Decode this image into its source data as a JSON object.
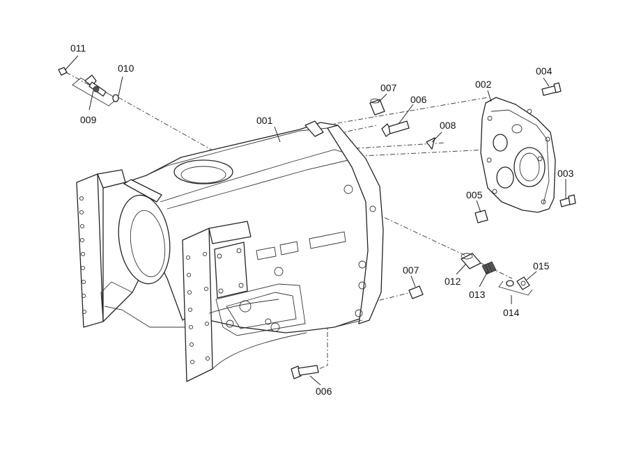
{
  "labels": {
    "p001": "001",
    "p002": "002",
    "p003": "003",
    "p004": "004",
    "p005": "005",
    "p006_top": "006",
    "p006_bottom": "006",
    "p007_top": "007",
    "p007_bottom": "007",
    "p008": "008",
    "p009": "009",
    "p010": "010",
    "p011": "011",
    "p012": "012",
    "p013": "013",
    "p014": "014",
    "p015": "015"
  }
}
